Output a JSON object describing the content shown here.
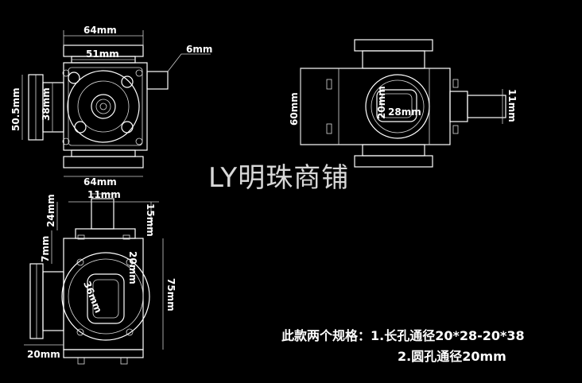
{
  "watermark": "LY明珠商铺",
  "notes": {
    "line1": "此款两个规格：1.长孔通径20*28-20*38",
    "line2": "2.圆孔通径20mm"
  },
  "dimensions": {
    "top_width_outer": "64mm",
    "top_width_inner": "51mm",
    "shaft_offset": "6mm",
    "left_height_outer": "50.5mm",
    "left_height_inner": "38mm",
    "bottom_width": "64mm",
    "right_height": "60mm",
    "right_shaft": "11mm",
    "right_bore_height": "20mm",
    "right_bore_width": "28mm",
    "front_shaft_width": "11mm",
    "front_top_height": "24mm",
    "front_shaft_height": "15mm",
    "front_flange": "7mm",
    "front_bore_20": "20mm",
    "front_bore_36": "36mm",
    "front_total_height": "75mm",
    "front_bottom": "20mm"
  }
}
